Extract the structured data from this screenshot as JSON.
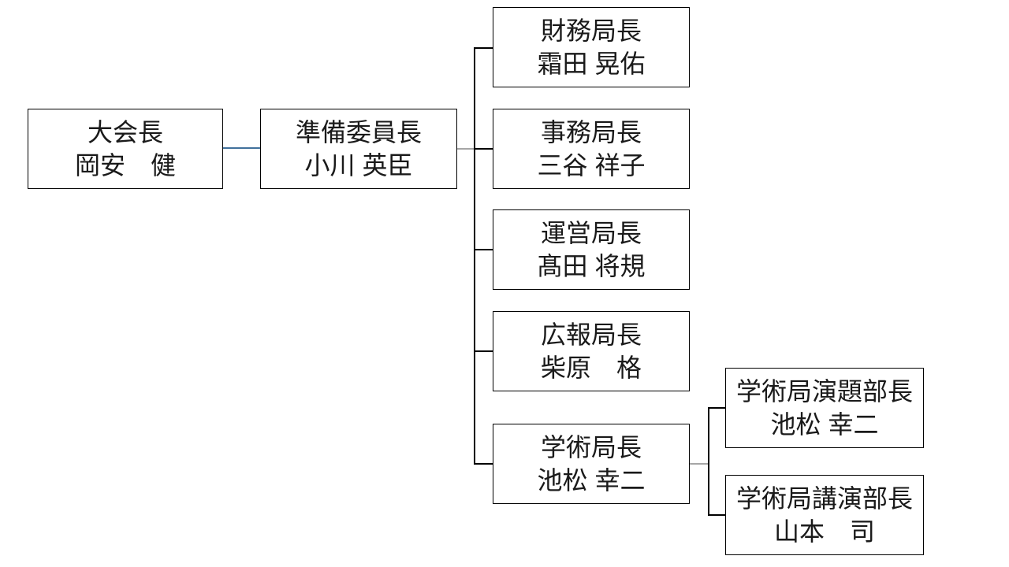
{
  "chart": {
    "type": "org-chart",
    "background": "#ffffff",
    "nodes": [
      {
        "id": "president",
        "title": "大会長",
        "name": "岡安　健"
      },
      {
        "id": "prep-chair",
        "title": "準備委員長",
        "name": "小川 英臣"
      },
      {
        "id": "finance",
        "title": "財務局長",
        "name": "霜田 晃佑"
      },
      {
        "id": "secretariat",
        "title": "事務局長",
        "name": "三谷 祥子"
      },
      {
        "id": "operations",
        "title": "運営局長",
        "name": "髙田 将規"
      },
      {
        "id": "public-relations",
        "title": "広報局長",
        "name": "柴原　格"
      },
      {
        "id": "academic",
        "title": "学術局長",
        "name": "池松 幸二"
      },
      {
        "id": "academic-abstracts",
        "title": "学術局演題部長",
        "name": "池松 幸二"
      },
      {
        "id": "academic-lectures",
        "title": "学術局講演部長",
        "name": "山本　司"
      }
    ],
    "edges": [
      {
        "from": "president",
        "to": "prep-chair"
      },
      {
        "from": "prep-chair",
        "to": "finance"
      },
      {
        "from": "prep-chair",
        "to": "secretariat"
      },
      {
        "from": "prep-chair",
        "to": "operations"
      },
      {
        "from": "prep-chair",
        "to": "public-relations"
      },
      {
        "from": "prep-chair",
        "to": "academic"
      },
      {
        "from": "academic",
        "to": "academic-abstracts"
      },
      {
        "from": "academic",
        "to": "academic-lectures"
      }
    ],
    "colors": {
      "box_border": "#000000",
      "text": "#1a1a1a",
      "line_black": "#000000",
      "line_gray": "#a6a6a6",
      "line_accent_blue": "#41719c"
    }
  }
}
